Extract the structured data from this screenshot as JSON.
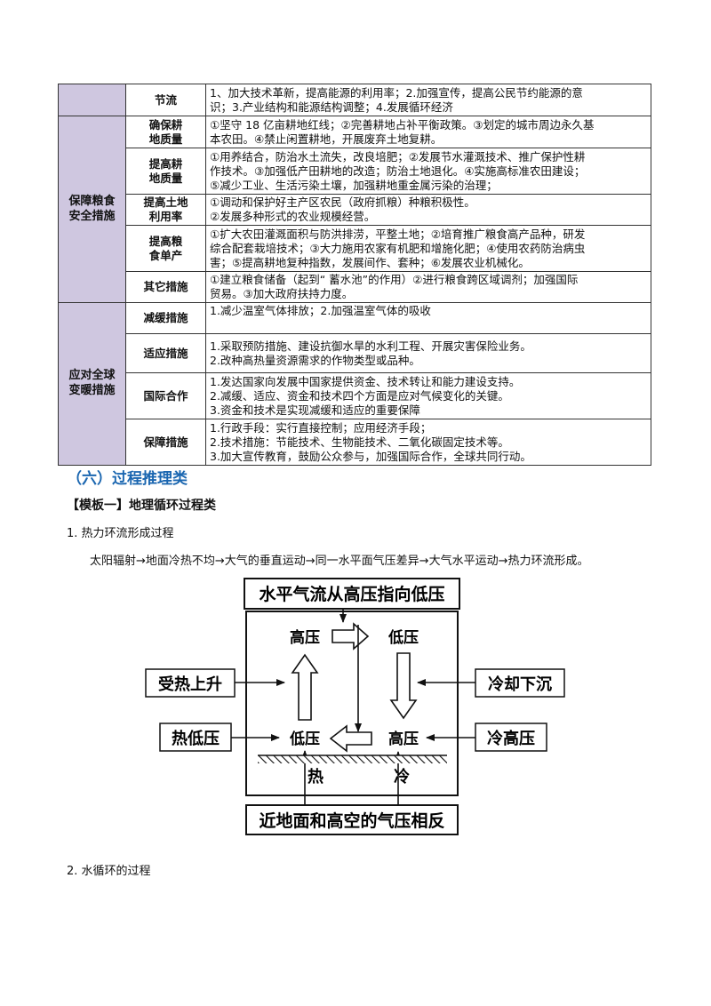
{
  "table": {
    "row_jieliu": {
      "label": "节流",
      "lines": [
        "1、加大技术革新，提高能源的利用率；2.加强宣传，提高公民节约能源的意",
        "识；3.产业结构和能源结构调整；4.发展循环经济"
      ]
    },
    "cat1": {
      "label_line1": "保障粮食",
      "label_line2": "安全措施"
    },
    "cat1_rows": [
      {
        "label_line1": "确保耕",
        "label_line2": "地质量",
        "lines": [
          "①坚守 18 亿亩耕地红线；②完善耕地占补平衡政策。③划定的城市周边永久基",
          "本农田。④禁止闲置耕地，开展废弃土地复耕。"
        ]
      },
      {
        "label_line1": "提高耕",
        "label_line2": "地质量",
        "lines": [
          "①用养结合，防治水土流失，改良培肥；②发展节水灌溉技术、推广保护性耕",
          "作技术。③加强低产田耕地的改造；防治土地退化。④实施高标准农田建设；",
          "⑤减少工业、生活污染土壤，加强耕地重金属污染的治理；"
        ]
      },
      {
        "label_line1": "提高土地",
        "label_line2": "利用率",
        "lines": [
          "①调动和保护好主产区农民（政府抓粮）种粮积极性。",
          "②发展多种形式的农业规模经营。"
        ]
      },
      {
        "label_line1": "提高粮",
        "label_line2": "食单产",
        "lines": [
          "①扩大农田灌溉面积与防洪排涝，平整土地；②培育推广粮食高产品种，研发",
          "综合配套栽培技术；③大力施用农家有机肥和增施化肥；④使用农药防治病虫",
          "害；⑤提高耕地复种指数，发展间作、套种；⑥发展农业机械化。"
        ]
      },
      {
        "label_line1": "其它措施",
        "label_line2": "",
        "lines": [
          "①建立粮食储备（起到“ 蓄水池”的作用）②进行粮食跨区域调剂；加强国际",
          "贸易。③加大政府扶持力度。"
        ]
      }
    ],
    "cat2": {
      "label_line1": "应对全球",
      "label_line2": "变暖措施"
    },
    "cat2_rows": [
      {
        "label": "减缓措施",
        "lines": [
          "1.减少温室气体排放；2.加强温室气体的吸收"
        ]
      },
      {
        "label": "适应措施",
        "lines": [
          "1.采取预防措施、建设抗御水旱的水利工程、开展灾害保险业务。",
          "2.改种高热量资源需求的作物类型或品种。"
        ]
      },
      {
        "label": "国际合作",
        "lines": [
          "1.发达国家向发展中国家提供资金、技术转让和能力建设支持。",
          "2.减缓、适应、资金和技术四个方面是应对气候变化的关键。",
          "3.资金和技术是实现减缓和适应的重要保障"
        ]
      },
      {
        "label": "保障措施",
        "lines": [
          "1.行政手段：实行直接控制；应用经济手段；",
          "2.技术措施：节能技术、生物能技术、二氧化碳固定技术等。",
          "3.加大宣传教育，鼓励公众参与，加强国际合作，全球共同行动。"
        ]
      }
    ]
  },
  "section_title": "（六）过程推理类",
  "template_title": "【模板一】地理循环过程类",
  "item1": "1. 热力环流形成过程",
  "chain_text": "太阳辐射→地面冷热不均→大气的垂直运动→同一水平面气压差异→大气水平运动→热力环流形成。",
  "diagram": {
    "top_box": "水平气流从高压指向低压",
    "bottom_box": "近地面和高空的气压相反",
    "high_top": "高压",
    "low_top": "低压",
    "low_bottom": "低压",
    "high_bottom": "高压",
    "left_upper": "受热上升",
    "left_lower": "热低压",
    "right_upper": "冷却下沉",
    "right_lower": "冷高压",
    "hot": "热",
    "cold": "冷"
  },
  "item2": "2. 水循环的过程"
}
